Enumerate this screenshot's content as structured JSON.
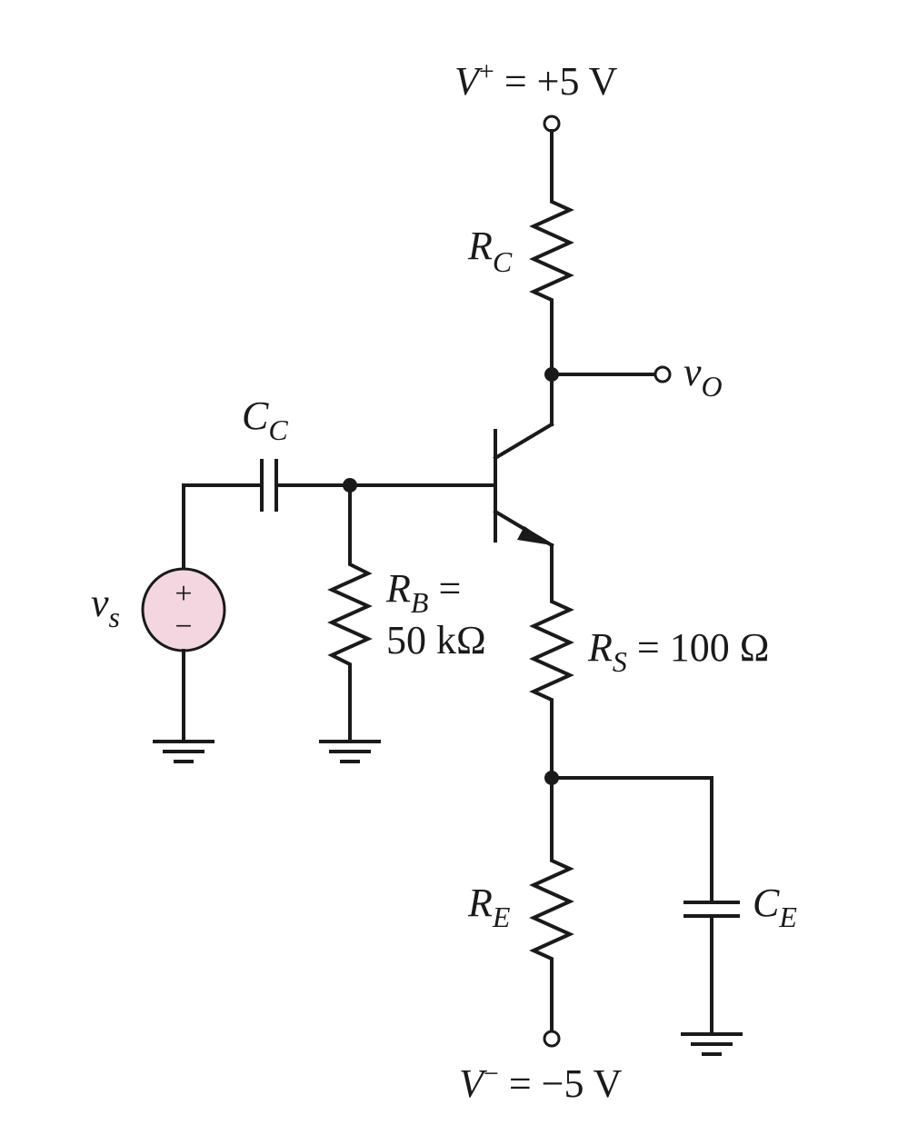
{
  "supply": {
    "vplus": {
      "sym": "V",
      "sup": "+",
      "value": " = +5 V"
    },
    "vminus": {
      "sym": "V",
      "sup": "−",
      "value": " = −5 V"
    }
  },
  "output": {
    "sym": "v",
    "sub": "O"
  },
  "source": {
    "sym": "v",
    "sub": "s",
    "plus": "+",
    "minus": "−",
    "fill_color": "#f3d6df"
  },
  "components": {
    "RC": {
      "sym": "R",
      "sub": "C"
    },
    "RB": {
      "sym": "R",
      "sub": "B",
      "eq": " =",
      "value": "50 kΩ"
    },
    "RS": {
      "sym": "R",
      "sub": "S",
      "value": " = 100 Ω"
    },
    "RE": {
      "sym": "R",
      "sub": "E"
    },
    "CC": {
      "sym": "C",
      "sub": "C"
    },
    "CE": {
      "sym": "C",
      "sub": "E"
    }
  }
}
